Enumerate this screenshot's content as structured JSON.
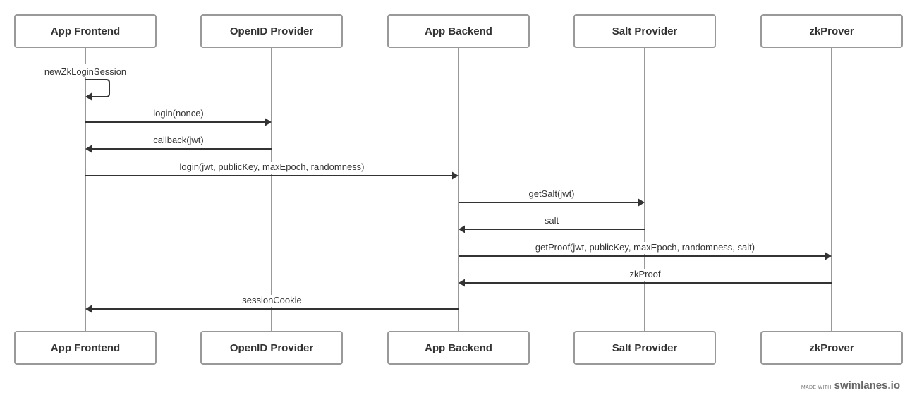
{
  "actors": [
    {
      "id": "frontend",
      "label": "App Frontend"
    },
    {
      "id": "openid",
      "label": "OpenID Provider"
    },
    {
      "id": "backend",
      "label": "App Backend"
    },
    {
      "id": "salt",
      "label": "Salt Provider"
    },
    {
      "id": "zkprover",
      "label": "zkProver"
    }
  ],
  "messages": [
    {
      "name": "msg-new-zklogin-session",
      "from": "frontend",
      "to": "frontend",
      "label": "newZkLoginSession"
    },
    {
      "name": "msg-login-nonce",
      "from": "frontend",
      "to": "openid",
      "label": "login(nonce)"
    },
    {
      "name": "msg-callback-jwt",
      "from": "openid",
      "to": "frontend",
      "label": "callback(jwt)"
    },
    {
      "name": "msg-login-full",
      "from": "frontend",
      "to": "backend",
      "label": "login(jwt, publicKey, maxEpoch, randomness)"
    },
    {
      "name": "msg-get-salt",
      "from": "backend",
      "to": "salt",
      "label": "getSalt(jwt)"
    },
    {
      "name": "msg-salt",
      "from": "salt",
      "to": "backend",
      "label": "salt"
    },
    {
      "name": "msg-get-proof",
      "from": "backend",
      "to": "zkprover",
      "label": "getProof(jwt, publicKey, maxEpoch, randomness, salt)"
    },
    {
      "name": "msg-zkproof",
      "from": "zkprover",
      "to": "backend",
      "label": "zkProof"
    },
    {
      "name": "msg-session-cookie",
      "from": "backend",
      "to": "frontend",
      "label": "sessionCookie"
    }
  ],
  "footer": {
    "made_with": "MADE WITH",
    "brand": "swimlanes.io"
  }
}
